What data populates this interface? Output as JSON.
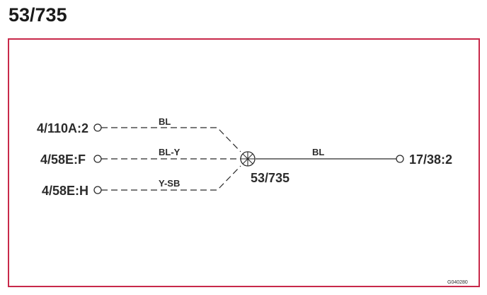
{
  "title": "53/735",
  "frame_color": "#c8294a",
  "ink_color": "#2b2b2b",
  "splice": {
    "label": "53/735",
    "icon": "splice-point-icon"
  },
  "connectors": {
    "left_top": "4/110A:2",
    "left_middle": "4/58E:F",
    "left_bottom": "4/58E:H",
    "right": "17/38:2"
  },
  "wires": {
    "left_top": "BL",
    "left_middle": "BL-Y",
    "left_bottom": "Y-SB",
    "right": "BL"
  },
  "reference_code": "G040280"
}
